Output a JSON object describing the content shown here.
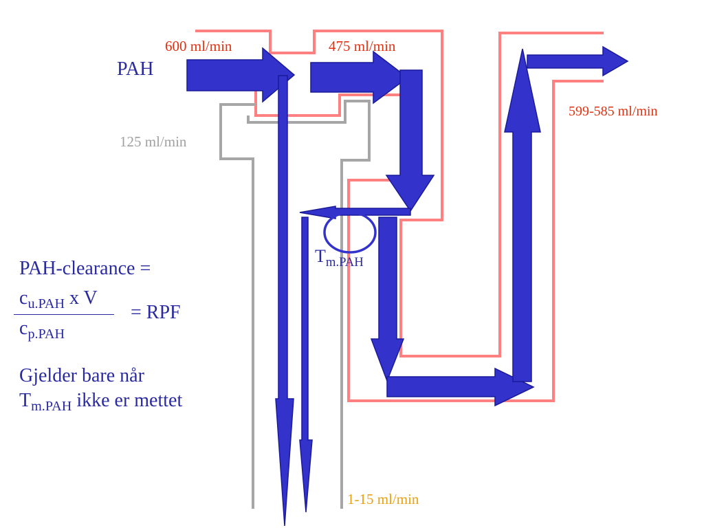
{
  "colors": {
    "arrow": "#3333CC",
    "arrow_dark": "#1a1a99",
    "tubule_wall": "#FF8080",
    "glomerulus_wall": "#A6A6A6",
    "label_red": "#E03010",
    "label_grey": "#A0A0A0",
    "label_blue": "#2A2AA0",
    "label_orange": "#E8A010"
  },
  "flows": {
    "renal_inflow": "600 ml/min",
    "peritubular_flow": "475 ml/min",
    "venous_outflow": "599-585 ml/min",
    "filtration": "125 ml/min",
    "urine": "1-15 ml/min"
  },
  "substance": {
    "label": "PAH"
  },
  "transport_max": {
    "symbol": "T",
    "subscript": "m.PAH"
  },
  "equation": {
    "lhs": "PAH-clearance =",
    "numerator_base": "c",
    "numerator_sub": "u.PAH",
    "numerator_rest": " x V",
    "denominator_base": "c",
    "denominator_sub": "p.PAH",
    "rhs": "= RPF"
  },
  "note": {
    "line1": "Gjelder bare når",
    "line2_base": "T",
    "line2_sub": "m.PAH",
    "line2_rest": " ikke er mettet"
  }
}
